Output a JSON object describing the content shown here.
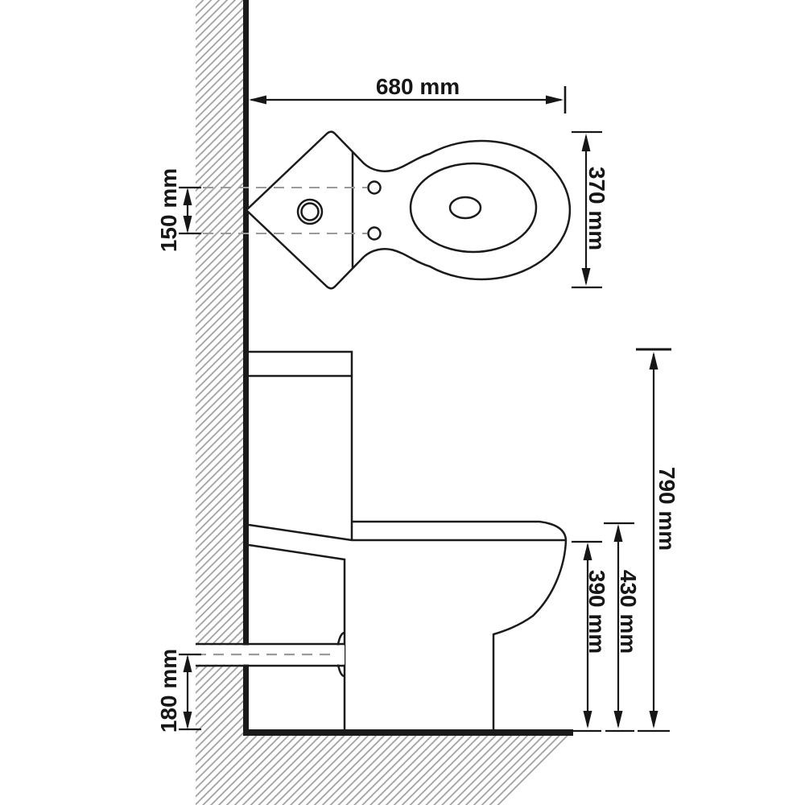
{
  "diagram": {
    "type": "technical-dimension-drawing",
    "subject": "corner toilet top view and side view with wall and floor section hatching",
    "units": "mm",
    "dims": {
      "width": "680 mm",
      "depth": "370 mm",
      "hinge_offset": "150 mm",
      "total_height": "790 mm",
      "seat_height": "430 mm",
      "rim_height": "390 mm",
      "outlet_height": "180 mm"
    },
    "colors": {
      "line": "#1b1b1b",
      "hatch": "#9c9c9c",
      "dash": "#9a9a9a",
      "background": "#ffffff"
    }
  }
}
